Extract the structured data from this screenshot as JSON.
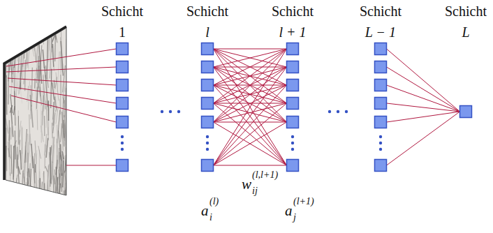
{
  "diagram": {
    "labels": [
      "Schicht",
      "1",
      "Schicht",
      "l",
      "Schicht",
      "l + 1",
      "Schicht",
      "L − 1",
      "Schicht",
      "L",
      "w",
      "ij",
      "(l,l+1)",
      "a",
      "i",
      "(l)",
      "a",
      "j",
      "(l+1)"
    ]
  }
}
